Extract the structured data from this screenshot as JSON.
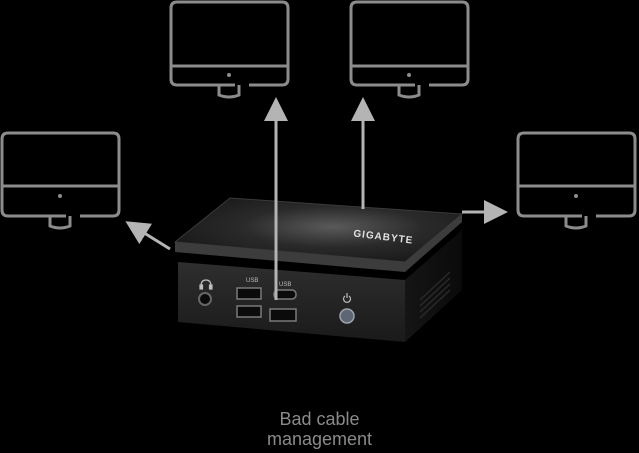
{
  "caption": {
    "line1": "Bad cable",
    "line2": "management"
  },
  "device": {
    "brand": "GIGABYTE",
    "port_label_usb_a": "USB",
    "port_label_usb_c": "USB",
    "icons": [
      "headphone-icon",
      "power-icon"
    ]
  },
  "monitors": [
    "monitor-left",
    "monitor-top-left",
    "monitor-top-right",
    "monitor-right"
  ],
  "colors": {
    "background": "#000000",
    "outline": "#8c8c8c",
    "arrow": "#b4b4b4",
    "caption": "#8a8a8a"
  }
}
